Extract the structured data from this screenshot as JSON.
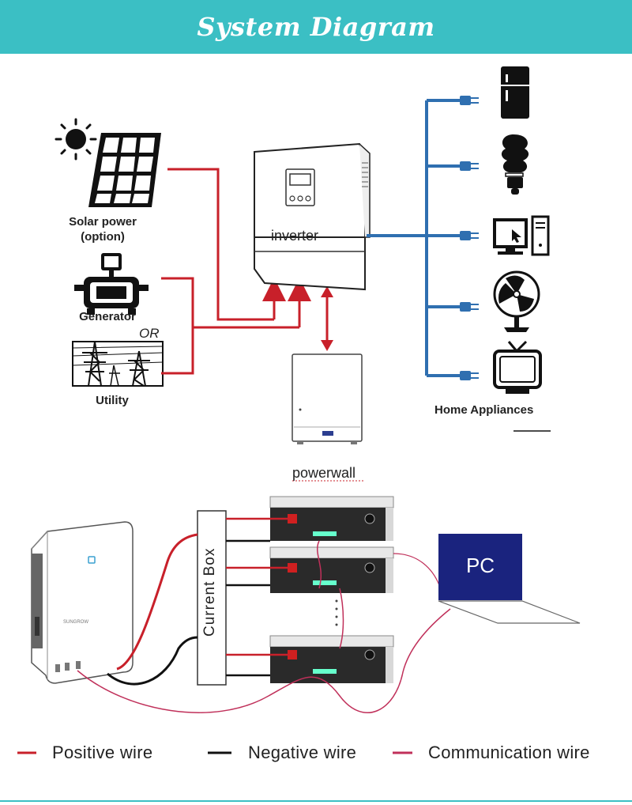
{
  "header": {
    "title": "System Diagram"
  },
  "top_section": {
    "solar_label_1": "Solar power",
    "solar_label_2": "(option)",
    "generator_label": "Generator",
    "or_label": "OR",
    "utility_label": "Utility",
    "inverter_label": "inverter",
    "powerwall_label": "powerwall",
    "home_appliances_label": "Home Appliances"
  },
  "bottom_section": {
    "current_box_label": "Current Box",
    "pc_label": "PC",
    "inverter_brand": "SUNGROW"
  },
  "legend": {
    "items": [
      {
        "label": "Positive wire",
        "color": "#c8202a"
      },
      {
        "label": "Negative wire",
        "color": "#111111"
      },
      {
        "label": "Communication wire",
        "color": "#c0305a"
      }
    ]
  },
  "colors": {
    "banner": "#3bbfc4",
    "red_wire": "#c8202a",
    "blue_wire": "#2f6fb0",
    "pc_box": "#1a237e",
    "comm_wire": "#c0305a"
  }
}
